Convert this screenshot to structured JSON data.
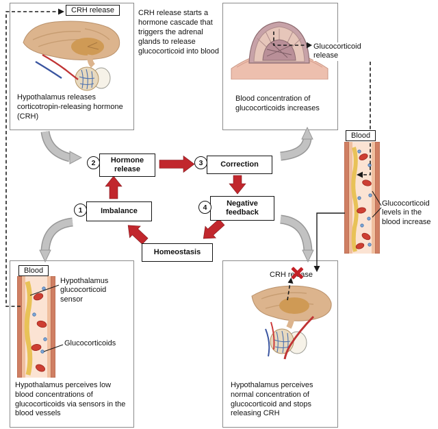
{
  "notes": {
    "cascade": "CRH release starts a hormone cascade that triggers the adrenal glands to release glucocorticoid into blood"
  },
  "panels": {
    "top_left": {
      "crh_label": "CRH release",
      "caption": "Hypothalamus releases corticotropin-releasing hormone (CRH)"
    },
    "top_right": {
      "caption": "Blood concentration of glucocorticoids increases",
      "release_label": "Glucocorticoid release"
    },
    "bottom_left": {
      "blood_label": "Blood",
      "sensor_label": "Hypothalamus glucocorticoid sensor",
      "glucocorticoids_label": "Glucocorticoids",
      "caption": "Hypothalamus perceives low blood concentrations of glucocorticoids via sensors in the blood vessels"
    },
    "bottom_right": {
      "crh_label": "CRH release",
      "caption": "Hypothalamus perceives normal concentration of glucocorticoid and stops releasing CRH"
    }
  },
  "right_vessel": {
    "blood_label": "Blood",
    "levels_label": "Glucocorticoid levels in the blood increase"
  },
  "flowchart": {
    "steps": [
      {
        "number": "1",
        "label": "Imbalance"
      },
      {
        "number": "2",
        "label": "Hormone release"
      },
      {
        "number": "3",
        "label": "Correction"
      },
      {
        "number": "4",
        "label": "Negative feedback"
      }
    ],
    "homeostasis": "Homeostasis"
  },
  "colors": {
    "arrow_red": "#c1272d",
    "arrow_gray": "#c2c2c2",
    "x_red": "#c32026",
    "vessel_wall": "#cf7f63",
    "sensor_yellow": "#e8c257",
    "rbc_red": "#cd3f33",
    "glucocorticoid_blue": "#7fa8d8"
  }
}
